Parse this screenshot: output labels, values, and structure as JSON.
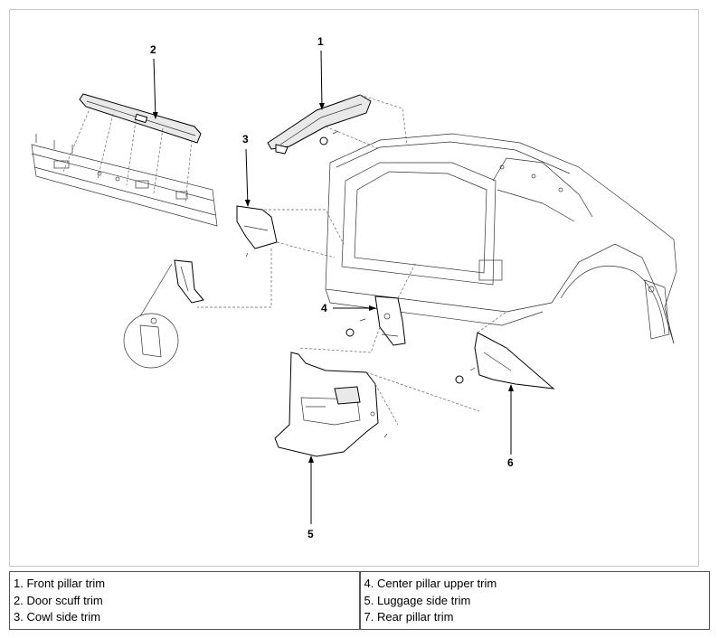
{
  "diagram": {
    "callouts": [
      "1",
      "2",
      "3",
      "4",
      "5",
      "6"
    ]
  },
  "legend": {
    "left": [
      "1. Front pillar trim",
      "2. Door scuff trim",
      "3. Cowl side trim"
    ],
    "right": [
      "4. Center pillar upper trim",
      "5. Luggage side trim",
      "7. Rear pillar trim"
    ]
  }
}
